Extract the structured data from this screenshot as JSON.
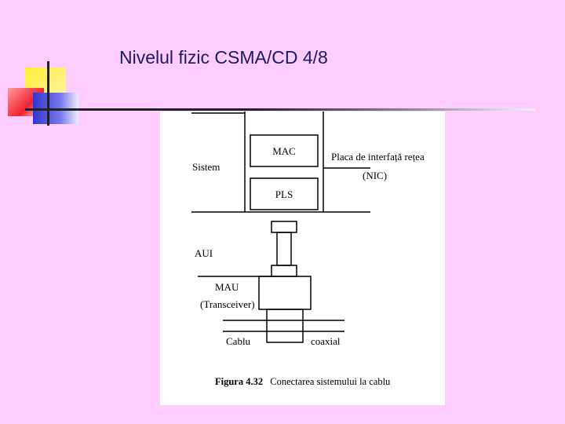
{
  "slide": {
    "title": "Nivelul fizic CSMA/CD 4/8"
  },
  "figure": {
    "labels": {
      "mac": "MAC",
      "pls": "PLS",
      "sistem": "Sistem",
      "nic_line1": "Placa de interfață rețea",
      "nic_line2": "(NIC)",
      "aui": "AUI",
      "mau_line1": "MAU",
      "mau_line2": "(Transceiver)",
      "cablu": "Cablu",
      "coaxial": "coaxial"
    },
    "caption": {
      "number": "Figura 4.32",
      "text": "Conectarea sistemului la cablu"
    }
  },
  "colors": {
    "background": "#ffccff",
    "title_text": "#1a1a66",
    "accent_yellow": "#ffee44",
    "accent_red": "#ee3344",
    "accent_blue": "#3333dd"
  },
  "icons": [
    "logo-squares-icon"
  ]
}
